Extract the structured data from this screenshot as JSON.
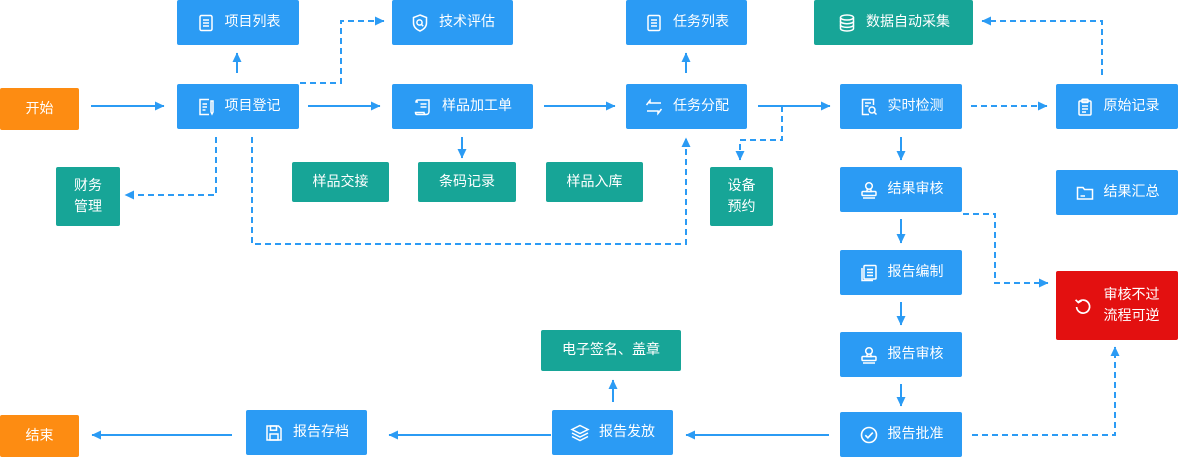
{
  "colors": {
    "process": "#2b9bf4",
    "auxiliary": "#17a597",
    "terminal": "#fd8c12",
    "warning": "#e31010",
    "arrow": "#2b9bf4"
  },
  "nodes": {
    "start": {
      "label": "开始"
    },
    "end": {
      "label": "结束"
    },
    "project_list": {
      "label": "项目列表",
      "icon": "list-icon"
    },
    "tech_eval": {
      "label": "技术评估",
      "icon": "shield-search-icon"
    },
    "task_list": {
      "label": "任务列表",
      "icon": "list-icon"
    },
    "auto_collect": {
      "label": "数据自动采集",
      "icon": "database-icon"
    },
    "project_register": {
      "label": "项目登记",
      "icon": "register-form-icon"
    },
    "sample_order": {
      "label": "样品加工单",
      "icon": "scroll-icon"
    },
    "task_assign": {
      "label": "任务分配",
      "icon": "swap-arrows-icon"
    },
    "realtime_detect": {
      "label": "实时检测",
      "icon": "document-search-icon"
    },
    "raw_record": {
      "label": "原始记录",
      "icon": "clipboard-icon"
    },
    "finance": {
      "label": "财务管理"
    },
    "sample_handover": {
      "label": "样品交接"
    },
    "barcode_record": {
      "label": "条码记录"
    },
    "sample_storage": {
      "label": "样品入库"
    },
    "device_booking": {
      "label": "设备预约"
    },
    "result_review": {
      "label": "结果审核",
      "icon": "stamp-icon"
    },
    "result_summary": {
      "label": "结果汇总",
      "icon": "folder-icon"
    },
    "report_compile": {
      "label": "报告编制",
      "icon": "stack-document-icon"
    },
    "irreversible": {
      "label": "审核不过流程可逆",
      "icon": "undo-icon"
    },
    "e_sign": {
      "label": "电子签名、盖章"
    },
    "report_review": {
      "label": "报告审核",
      "icon": "stamp-icon"
    },
    "report_archive": {
      "label": "报告存档",
      "icon": "save-icon"
    },
    "report_issue": {
      "label": "报告发放",
      "icon": "layers-icon"
    },
    "report_approve": {
      "label": "报告批准",
      "icon": "check-circle-icon"
    }
  }
}
